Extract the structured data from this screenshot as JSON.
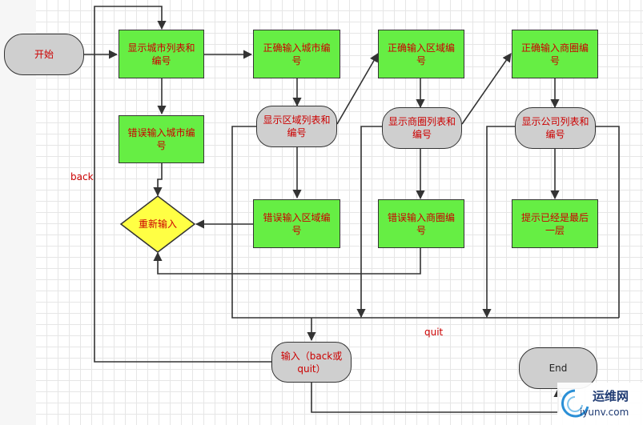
{
  "nodes": {
    "start": "开始",
    "show_city": "显示城市列表和编号",
    "wrong_city": "错误输入城市编号",
    "reinput": "重新输入",
    "correct_city": "正确输入城市编号",
    "show_region": "显示区域列表和编号",
    "wrong_region": "错误输入区域编号",
    "correct_region": "正确输入区域编号",
    "show_district": "显示商圈列表和编号",
    "wrong_district": "错误输入商圈编号",
    "correct_district": "正确输入商圈编号",
    "show_company": "显示公司列表和编号",
    "last_layer": "提示已经是最后一层",
    "input_back_quit": "输入（back或quit）",
    "end": "End"
  },
  "edge_labels": {
    "back": "back",
    "quit": "quit"
  },
  "watermark": {
    "cn": "运维网",
    "url": "iyunv.com"
  },
  "colors": {
    "rect_fill": "#66ee44",
    "pill_fill": "#cfcfcf",
    "diamond_fill": "#ffff44",
    "text_red": "#cc0000",
    "line": "#333333"
  }
}
